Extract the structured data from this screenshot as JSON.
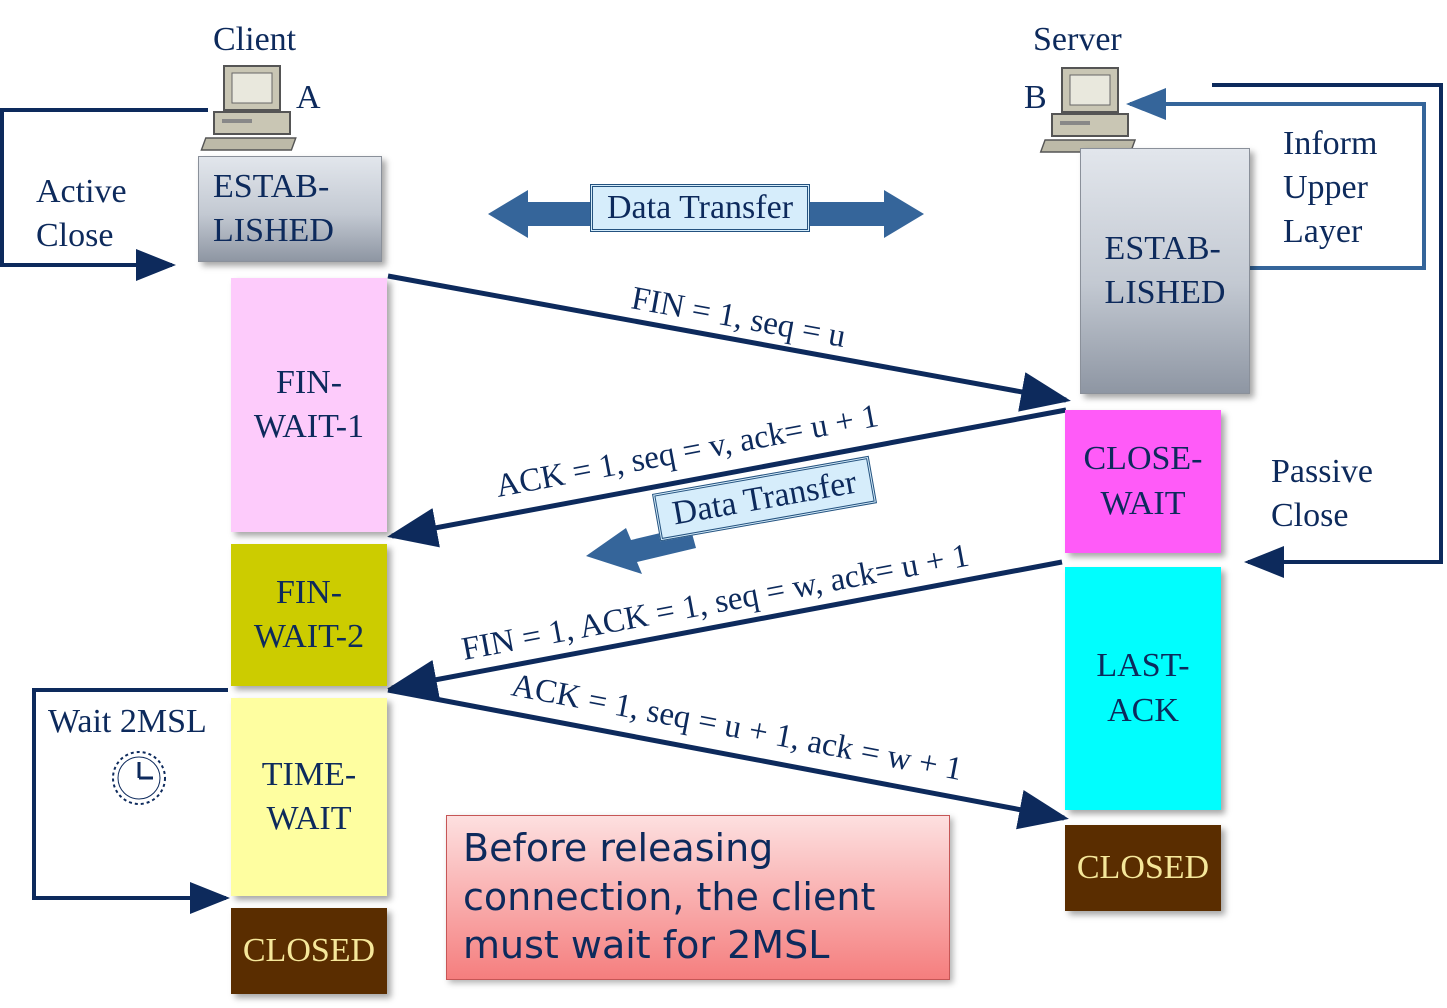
{
  "client": {
    "title": "Client",
    "host": "A",
    "active_close": [
      "Active",
      "Close"
    ]
  },
  "server": {
    "title": "Server",
    "host": "B",
    "inform": [
      "Inform",
      "Upper",
      "Layer"
    ],
    "passive_close": [
      "Passive",
      "Close"
    ]
  },
  "data_transfer_top": "Data Transfer",
  "data_transfer_mid": "Data Transfer",
  "wait_2msl": "Wait 2MSL",
  "client_states": {
    "established": [
      "ESTAB-",
      "LISHED"
    ],
    "fin_wait_1": [
      "FIN-",
      "WAIT-1"
    ],
    "fin_wait_2": [
      "FIN-",
      "WAIT-2"
    ],
    "time_wait": [
      "TIME-",
      "WAIT"
    ],
    "closed": "CLOSED"
  },
  "server_states": {
    "established": [
      "ESTAB-",
      "LISHED"
    ],
    "close_wait": [
      "CLOSE-",
      "WAIT"
    ],
    "last_ack": [
      "LAST-",
      "ACK"
    ],
    "closed": "CLOSED"
  },
  "messages": {
    "fin1": "FIN = 1, seq = u",
    "ack1": "ACK = 1, seq = v, ack= u + 1",
    "fin2": "FIN = 1, ACK = 1, seq = w, ack= u + 1",
    "ack2": "ACK = 1, seq = u + 1, ack = w + 1"
  },
  "note": [
    "Before releasing",
    "connection, the client",
    "must wait for 2MSL"
  ],
  "colors": {
    "fin_wait_1": "#fdcbfb",
    "fin_wait_2": "#cccc00",
    "time_wait": "#fefea0",
    "close_wait": "#ff5bf8",
    "last_ack": "#00fefe",
    "closed": "#5a2d00",
    "arrow": "#0d2a5c",
    "dt_arrow": "#35659a"
  }
}
